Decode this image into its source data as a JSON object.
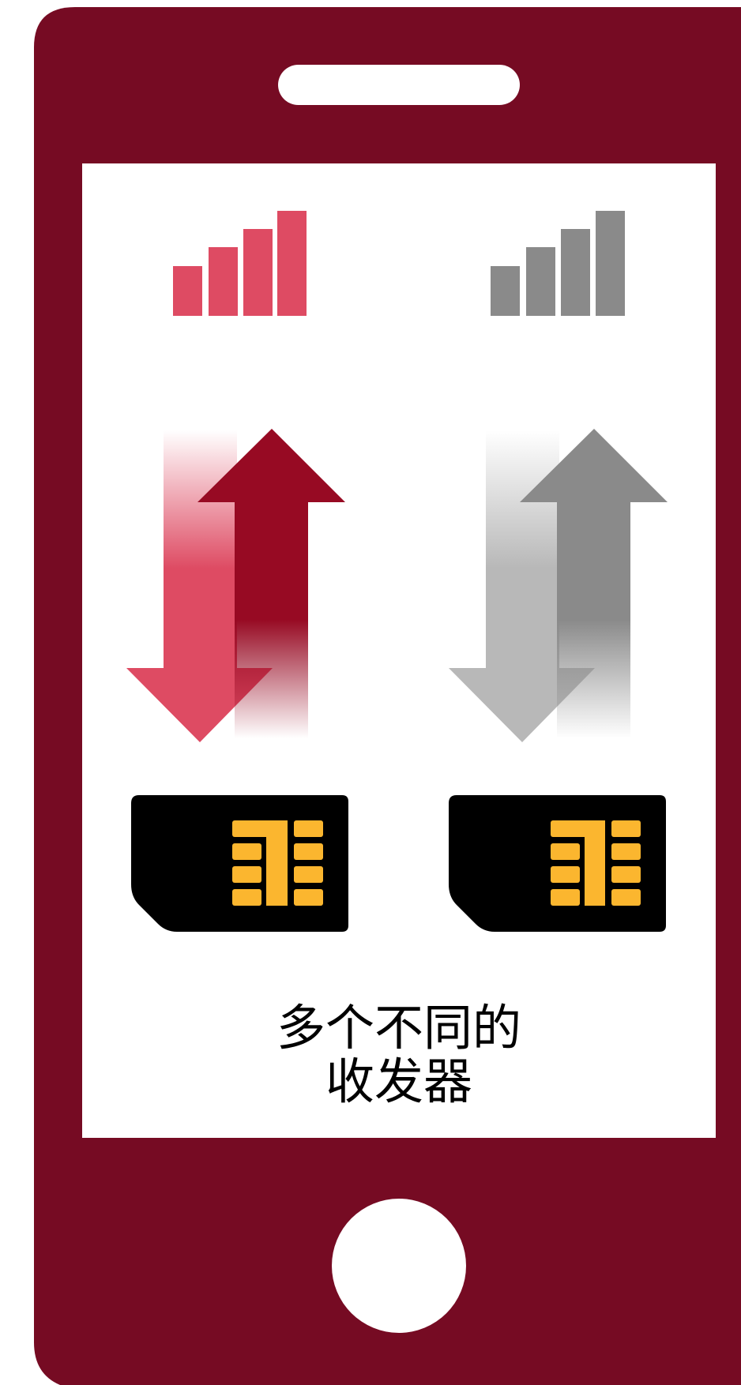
{
  "caption": {
    "line1": "多个不同的",
    "line2": "收发器"
  },
  "colors": {
    "phone_body": "#760b23",
    "screen": "#ffffff",
    "active_bars": "#de4b63",
    "inactive_bars": "#8a8a8a",
    "active_up_arrow": "#970a23",
    "active_down_arrow": "#de4b63",
    "inactive_up_arrow": "#8a8a8a",
    "inactive_down_arrow": "#b8b8b8",
    "sim_card": "#000000",
    "sim_chip": "#fbb62f"
  },
  "transceivers": [
    {
      "state": "active",
      "signal_bars": 4,
      "icons": [
        "signal-bars-icon",
        "up-down-arrows-icon",
        "sim-card-icon"
      ]
    },
    {
      "state": "inactive",
      "signal_bars": 4,
      "icons": [
        "signal-bars-icon",
        "up-down-arrows-icon",
        "sim-card-icon"
      ]
    }
  ]
}
